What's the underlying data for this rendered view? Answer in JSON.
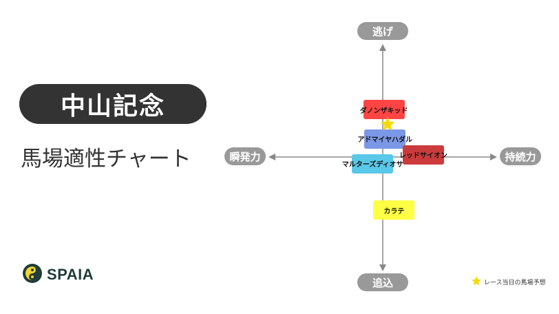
{
  "header": {
    "title": "中山記念",
    "subtitle": "馬場適性チャート"
  },
  "brand": {
    "name": "SPAIA"
  },
  "chart_data": {
    "type": "scatter",
    "title": "馬場適性チャート",
    "axes": {
      "top": "逃げ",
      "bottom": "追込",
      "left": "瞬発力",
      "right": "持続力"
    },
    "xlim": [
      -1,
      1
    ],
    "ylim": [
      -1,
      1
    ],
    "grid": false,
    "legend": {
      "position": "bottom-right",
      "label": "レース当日の馬場予想"
    },
    "track_prediction": {
      "x": 0.04,
      "y": 0.29
    },
    "points": [
      {
        "name": "ダノンザキッド",
        "x": 0.01,
        "y": 0.42,
        "color": "#ff4444"
      },
      {
        "name": "アドマイヤハダル",
        "x": 0.02,
        "y": 0.16,
        "color": "#7b98e6"
      },
      {
        "name": "レッドサイオン",
        "x": 0.36,
        "y": 0.02,
        "color": "#cc3b3b"
      },
      {
        "name": "マルターズディオサ",
        "x": -0.09,
        "y": -0.06,
        "color": "#5ac8e8"
      },
      {
        "name": "カラテ",
        "x": 0.1,
        "y": -0.47,
        "color": "#ffff44"
      }
    ]
  }
}
